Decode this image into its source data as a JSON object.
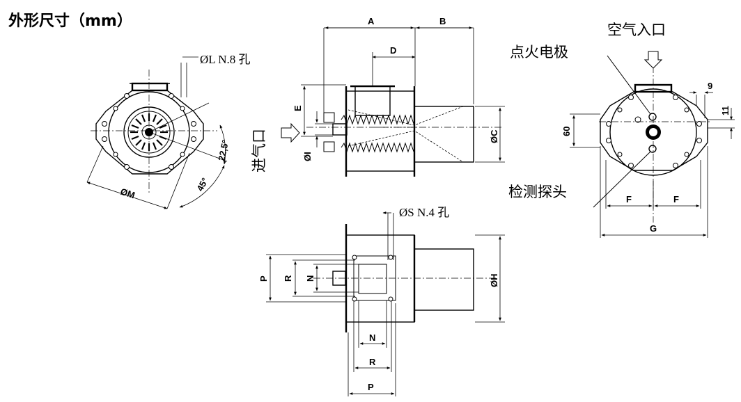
{
  "title": "外形尺寸（mm）",
  "callouts": {
    "air_inlet": "空气入口",
    "ignition_electrode": "点火电极",
    "detection_probe": "检测探头",
    "gas_inlet": "进气口",
    "hole_L": "ØL N.8  孔",
    "hole_S": "ØS N.4  孔"
  },
  "dimensions": {
    "A": "A",
    "B": "B",
    "D": "D",
    "E": "E",
    "C": "ØC",
    "I": "ØI",
    "M": "ØM",
    "H": "ØH",
    "F": "F",
    "G": "G",
    "N": "N",
    "R": "R",
    "P": "P",
    "angle_45": "45°",
    "angle_22_5": "22,5°",
    "d9": "9",
    "d11": "11",
    "d60": "60"
  }
}
